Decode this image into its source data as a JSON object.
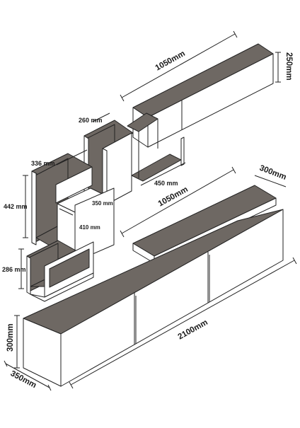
{
  "diagram": {
    "colors": {
      "line": "#222222",
      "top_face": "#6e6863",
      "front_face": "#ffffff"
    },
    "dimensions": {
      "top_cabinet_width": "1050mm",
      "top_cabinet_height": "250mm",
      "tall_shelf_width": "260 mm",
      "upper_shelf_width": "336 mm",
      "shelf_height": "442 mm",
      "inner_depth": "350 mm",
      "inner_width": "410 mm",
      "bridge_shelf_width": "450 mm",
      "low_shelf_height": "286 mm",
      "middle_cabinet_width": "1050mm",
      "middle_cabinet_depth": "300mm",
      "tv_unit_width": "2100mm",
      "tv_unit_height": "300mm",
      "tv_unit_depth": "350mm"
    }
  }
}
